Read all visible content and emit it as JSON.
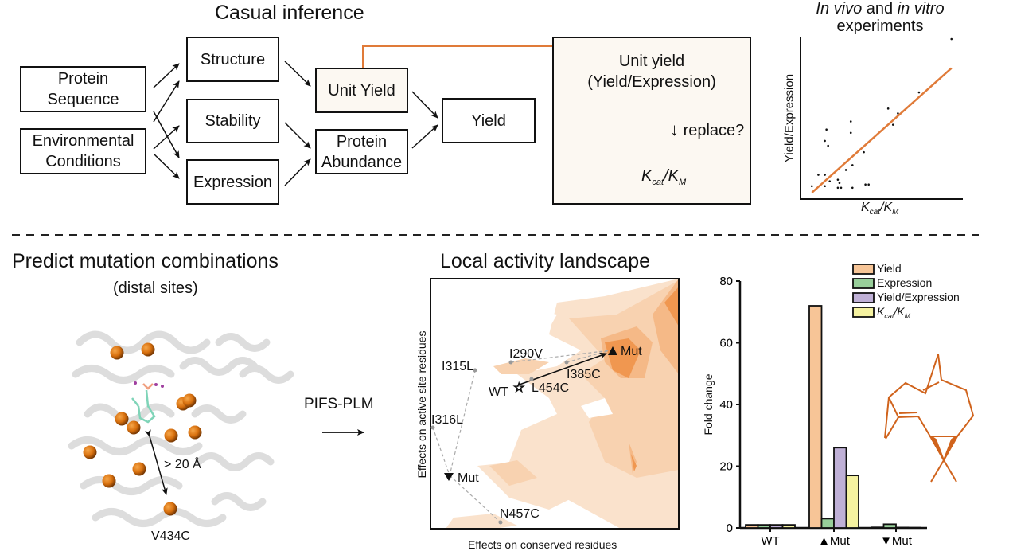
{
  "causal": {
    "title": "Casual inference",
    "inputs": [
      "Protein Sequence",
      "Environmental Conditions"
    ],
    "intermediates": [
      "Structure",
      "Stability",
      "Expression"
    ],
    "mid": [
      "Unit Yield",
      "Protein Abundance"
    ],
    "output": "Yield",
    "note": {
      "line1": "Unit yield",
      "line2": "(Yield/Expression)",
      "replace": "replace?",
      "kcat_main1": "K",
      "kcat_sub1": "cat",
      "kcat_slash": "/K",
      "kcat_sub2": "M"
    },
    "link_color": "#e07b39"
  },
  "scatter": {
    "title_it1": "In vivo",
    "title_mid": " and ",
    "title_it2": "in vitro",
    "title_line2": "experiments",
    "ylabel": "Yield/Expression",
    "xlabel_k": "K",
    "xlabel_sub1": "cat",
    "xlabel_slash": "/K",
    "xlabel_sub2": "M",
    "fit_color": "#e07b39"
  },
  "chart_data": [
    {
      "type": "scatter",
      "title": "In vivo and in vitro experiments",
      "xlabel": "Kcat/KM",
      "ylabel": "Yield/Expression",
      "xlim": [
        0,
        1
      ],
      "ylim": [
        0,
        1
      ],
      "points": [
        [
          0.07,
          0.08
        ],
        [
          0.11,
          0.15
        ],
        [
          0.15,
          0.15
        ],
        [
          0.16,
          0.43
        ],
        [
          0.15,
          0.36
        ],
        [
          0.17,
          0.33
        ],
        [
          0.15,
          0.08
        ],
        [
          0.18,
          0.11
        ],
        [
          0.23,
          0.12
        ],
        [
          0.24,
          0.1
        ],
        [
          0.23,
          0.07
        ],
        [
          0.25,
          0.07
        ],
        [
          0.28,
          0.18
        ],
        [
          0.31,
          0.48
        ],
        [
          0.31,
          0.41
        ],
        [
          0.32,
          0.21
        ],
        [
          0.32,
          0.07
        ],
        [
          0.39,
          0.29
        ],
        [
          0.4,
          0.09
        ],
        [
          0.42,
          0.09
        ],
        [
          0.54,
          0.56
        ],
        [
          0.57,
          0.46
        ],
        [
          0.6,
          0.53
        ],
        [
          0.73,
          0.66
        ],
        [
          0.93,
          0.99
        ]
      ],
      "fit_line": [
        [
          0.07,
          0.04
        ],
        [
          0.93,
          0.81
        ]
      ]
    },
    {
      "type": "bar",
      "xlabel": "",
      "ylabel": "Fold change",
      "ylim": [
        0,
        80
      ],
      "yticks": [
        0,
        20,
        40,
        60,
        80
      ],
      "categories": [
        "WT",
        "▲Mut",
        "▼Mut"
      ],
      "legend_position": "top-right",
      "series": [
        {
          "name": "Yield",
          "color": "#f7c597",
          "values": [
            1,
            72,
            0.2
          ]
        },
        {
          "name": "Expression",
          "color": "#98cf9a",
          "values": [
            1,
            3,
            1.2
          ]
        },
        {
          "name": "Yield/Expression",
          "color": "#bfb0d6",
          "values": [
            1,
            26,
            0.15
          ]
        },
        {
          "name": "Kcat/KM",
          "color": "#f5f2a0",
          "values": [
            1,
            17,
            0.1
          ]
        }
      ]
    }
  ],
  "bottom": {
    "title": "Predict mutation combinations",
    "subtitle": "(distal sites)",
    "distance_label": "> 20 Å",
    "site_label": "V434C",
    "method_label": "PIFS-PLM",
    "sphere_color": "#e07a12"
  },
  "landscape": {
    "title": "Local activity landscape",
    "xlabel": "Effects on conserved residues",
    "ylabel": "Effects on active site residues",
    "labels": {
      "i290v": "I290V",
      "i315l": "I315L",
      "i385c": "I385C",
      "l454c": "L454C",
      "wt": "WT",
      "mut_up": "Mut",
      "i316l": "I316L",
      "mut_down": "Mut",
      "n457c": "N457C"
    }
  },
  "bar_legend": {
    "items": [
      "Yield",
      "Expression",
      "Yield/Expression"
    ],
    "kcat_k": "K",
    "kcat_sub1": "cat",
    "kcat_slash": "/K",
    "kcat_sub2": "M"
  },
  "molecule_color": "#d0631c"
}
